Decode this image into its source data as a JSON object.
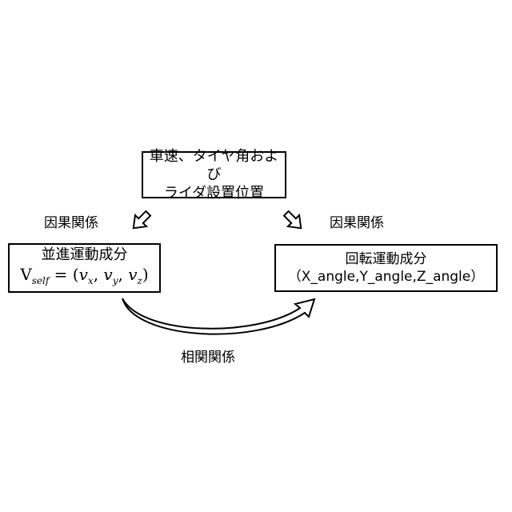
{
  "input_box": {
    "line1": "車速、タイヤ角および",
    "line2": "ライダ設置位置"
  },
  "left_box": {
    "title": "並進運動成分",
    "formula": {
      "V": "V",
      "V_sub": "self",
      "eq": " = (",
      "v": "v",
      "x": "x",
      "y": "y",
      "z": "z",
      "comma": ", ",
      "close": ")"
    }
  },
  "right_box": {
    "title": "回転運動成分",
    "subtitle": "（X_angle,Y_angle,Z_angle）"
  },
  "labels": {
    "cause_left": "因果関係",
    "cause_right": "因果関係",
    "correlation": "相関関係"
  }
}
